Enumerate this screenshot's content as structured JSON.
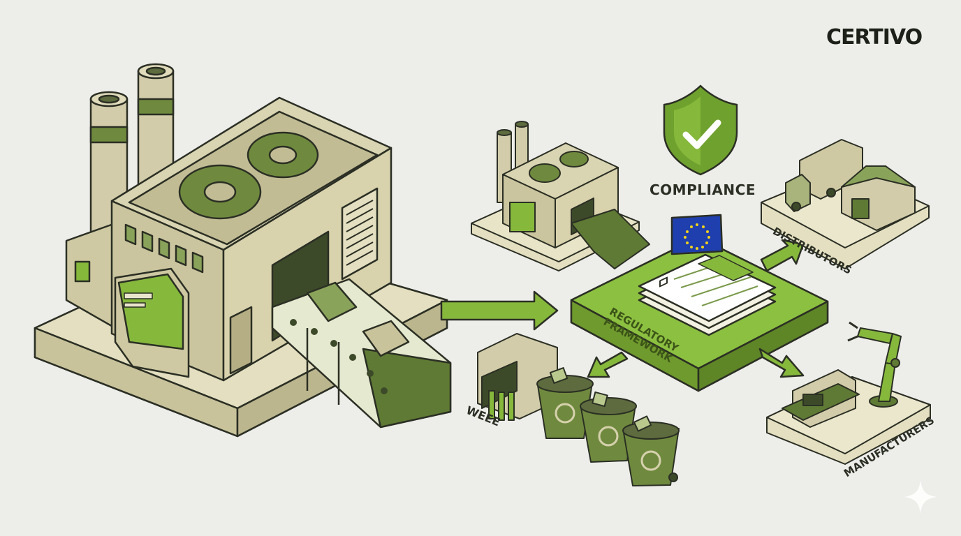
{
  "brand": {
    "name": "CERTIVO"
  },
  "labels": {
    "compliance": "COMPLIANCE",
    "distributors": "DISTRIBUTORS",
    "weee": "WEEE",
    "manufacturers": "MANUFACTURERS",
    "framework_line1": "REGULATORY",
    "framework_line2": "FRAMEWORK"
  },
  "colors": {
    "background": "#ededea",
    "accent_green": "#86b83c",
    "dark_green": "#5f7a34",
    "beige": "#d6d1ad",
    "outline": "#2b2f24"
  }
}
